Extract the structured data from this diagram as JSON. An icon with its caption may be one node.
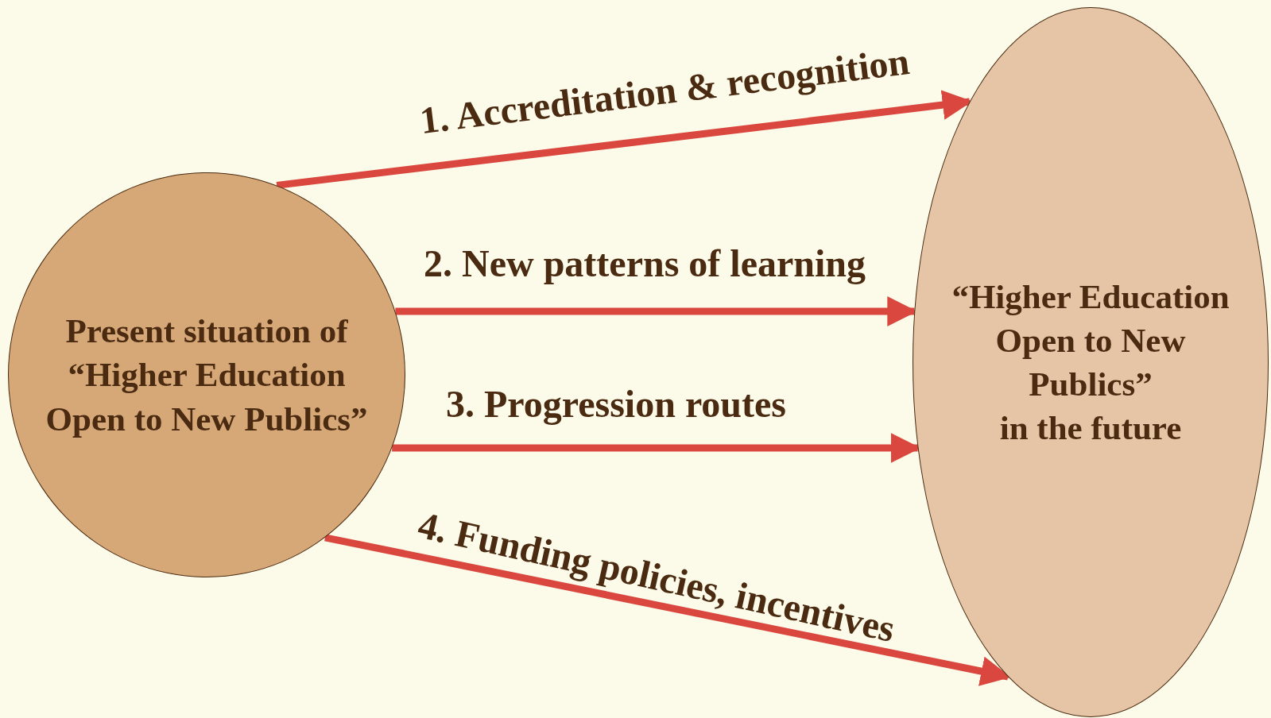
{
  "diagram": {
    "nodes": [
      {
        "text": [
          "Present situation of “Higher Education Open to New Publics”"
        ]
      },
      {
        "text": [
          "“Higher Education Open to New Publics”",
          "in the future"
        ]
      }
    ],
    "edges": [
      {
        "from": 0,
        "to": 1,
        "arrow": "to",
        "label": "1. Accreditation & recognition"
      },
      {
        "from": 0,
        "to": 1,
        "arrow": "to",
        "label": "2. New patterns of learning"
      },
      {
        "from": 0,
        "to": 1,
        "arrow": "to",
        "label": "3. Progression routes"
      },
      {
        "from": 0,
        "to": 1,
        "arrow": "to",
        "label": "4. Funding policies, incentives"
      }
    ]
  }
}
